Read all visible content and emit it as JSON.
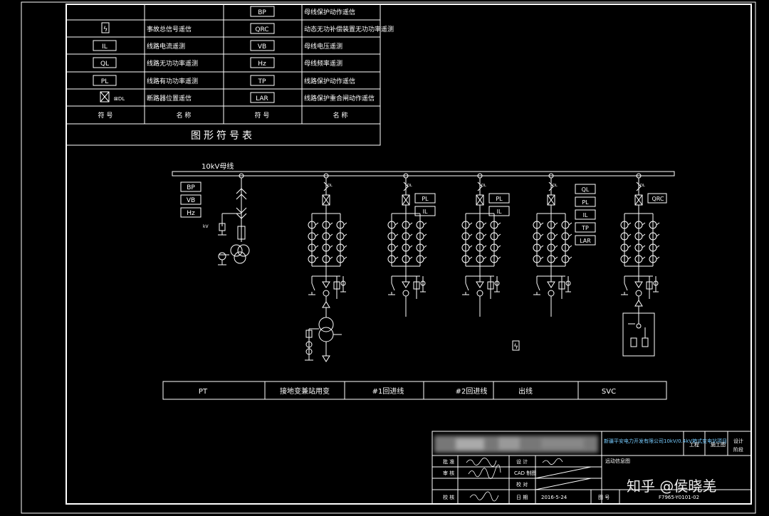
{
  "legend": {
    "title": "图形符号表",
    "rows": [
      {
        "left_symbol": "",
        "left_name": "",
        "right_symbol": "BP",
        "right_name": "母线保护动作遥信"
      },
      {
        "left_symbol": "ϟ",
        "left_name": "事故总信号遥信",
        "right_symbol": "QRC",
        "right_name": "动态无功补偿装置无功功率遥测"
      },
      {
        "left_symbol": "IL",
        "left_name": "线路电流遥测",
        "right_symbol": "VB",
        "right_name": "母线电压遥测"
      },
      {
        "left_symbol": "QL",
        "left_name": "线路无功功率遥测",
        "right_symbol": "Hz",
        "right_name": "母线频率遥测"
      },
      {
        "left_symbol": "PL",
        "left_name": "线路有功功率遥测",
        "right_symbol": "TP",
        "right_name": "线路保护动作遥信"
      },
      {
        "left_symbol": "⊠DL",
        "left_name": "断路器位置遥信",
        "right_symbol": "LAR",
        "right_name": "线路保护重合闸动作遥信"
      }
    ],
    "header": {
      "symbol": "符 号",
      "name": "名 称"
    }
  },
  "busbar_label": "10kV母线",
  "bus_boxes": [
    "BP",
    "VB",
    "Hz"
  ],
  "line2_boxes": [
    "PL",
    "IL"
  ],
  "line3_boxes": [
    "PL",
    "IL"
  ],
  "line4_boxes": [
    "QL",
    "PL",
    "IL",
    "TP",
    "LAR"
  ],
  "svc_boxes": [
    "QRC"
  ],
  "dl_label": "DL",
  "pt_small_label": "kV",
  "fault_symbol": "ϟ",
  "bays": [
    "PT",
    "接地变兼站用变",
    "#1回进线",
    "#2回进线",
    "出线",
    "SVC"
  ],
  "title_block": {
    "project": "新疆平安电力开发有限公司10kV/0.4kV箱式变电站项目",
    "stage": "工程",
    "stage2": "施工图",
    "design_label": "设计",
    "drawing_label": "阶段",
    "row1": [
      "批 准",
      "设 计"
    ],
    "row2": [
      "审 核",
      "CAD 制图"
    ],
    "row3": [
      "校 核",
      "日 期",
      "2016-5-24",
      "图 号",
      "F7965-Y0101-02"
    ],
    "check": "校 对",
    "drawing_title": "远动信息图"
  },
  "watermark": "知乎 @侯晓羌"
}
